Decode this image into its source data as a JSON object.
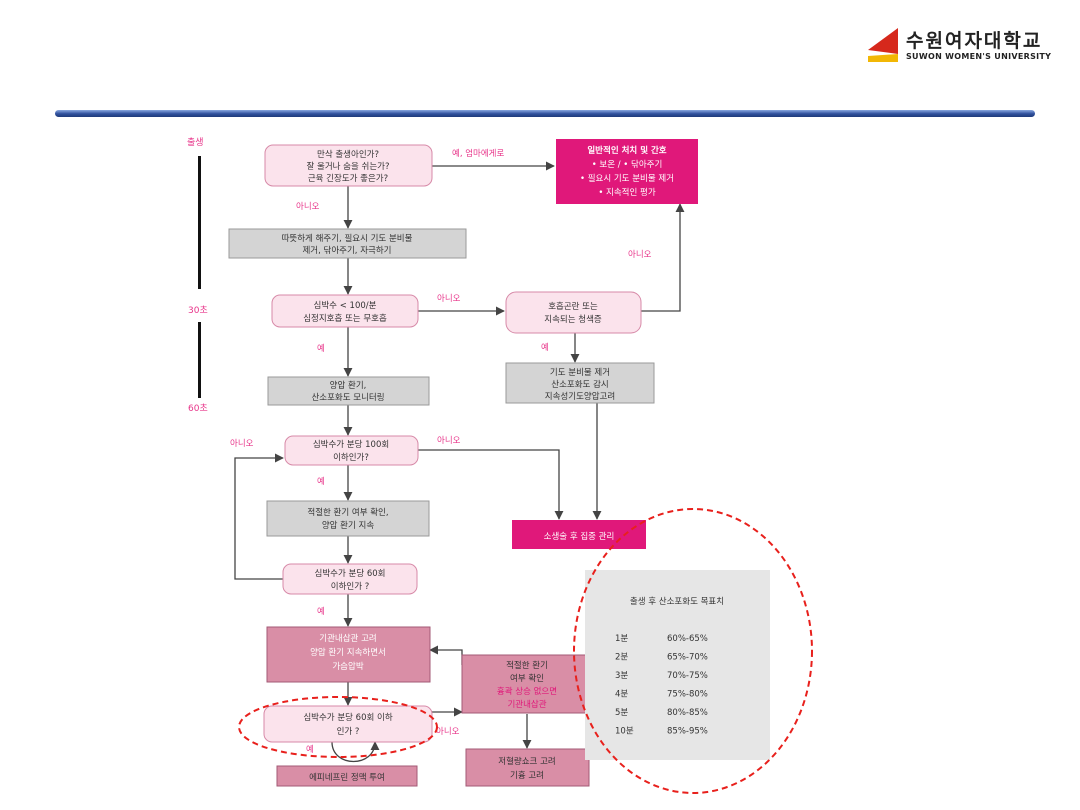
{
  "brand": {
    "name_ko": "수원여자대학교",
    "name_en": "SUWON WOMEN'S UNIVERSITY",
    "colors": {
      "red": "#d6281c",
      "yellow": "#f2b705",
      "navy": "#1f3a7a"
    }
  },
  "colors": {
    "magenta": "#e0187a",
    "pink_fill": "#fbe3ec",
    "pink_stroke": "#d78aa8",
    "gray_fill": "#d4d4d4",
    "rose_fill": "#d98ea6",
    "label_pink": "#e8358a",
    "callout_red": "#e8201c"
  },
  "timeline": {
    "birth": "출생",
    "sec30": "30초",
    "sec60": "60초"
  },
  "nodes": {
    "q_birth": [
      "만삭 출생아인가?",
      "잘 울거나 숨을 쉬는가?",
      "근육 긴장도가 좋은가?"
    ],
    "routine": [
      "일반적인 처치 및 간호",
      "• 보온 / • 닦아주기",
      "• 필요시 기도 분비물 제거",
      "• 지속적인 평가"
    ],
    "warm": [
      "따뜻하게 해주기, 필요시 기도 분비물",
      "제거, 닦아주기, 자극하기"
    ],
    "q_hr100": [
      "심박수 < 100/분",
      "심정지호흡 또는 무호흡"
    ],
    "resp_distress": [
      "호흡곤란 또는",
      "지속되는 청색증"
    ],
    "airway": [
      "기도 분비물 제거",
      "산소포화도 감시",
      "지속성기도양압고려"
    ],
    "ppv": [
      "양압 환기,",
      "산소포화도 모니터링"
    ],
    "q_hr100b": [
      "심박수가 분당 100회",
      "이하인가?"
    ],
    "check_vent": [
      "적절한 환기 여부 확인,",
      "양압 환기 지속"
    ],
    "post_care": [
      "소생술 후 집중 관리"
    ],
    "q_hr60": [
      "심박수가 분당 60회",
      "이하인가 ?"
    ],
    "intubate": [
      "기관내삽관 고려",
      "양압 환기 지속하면서",
      "가슴압박"
    ],
    "vent_check2": [
      "적절한 환기",
      "여부 확인",
      "흉곽 상승 없으면",
      "기관내삽관"
    ],
    "q_hr60b": [
      "심박수가 분당 60회 이하",
      "인가 ?"
    ],
    "epi": [
      "에피네프린 정맥 투여"
    ],
    "hypovol": [
      "저혈량쇼크 고려",
      "기흉 고려"
    ]
  },
  "labels": {
    "yes_mom": "예, 엄마에게로",
    "no1": "아니오",
    "no_routine": "아니오",
    "no_hr": "아니오",
    "yes_resp": "예",
    "yes_ppv": "예",
    "no_loop": "아니오",
    "no_post": "아니오",
    "yes_check": "예",
    "yes_intubate": "예",
    "no_final": "아니오",
    "yes_epi": "예"
  },
  "spo2_table": {
    "title": "출생 후 산소포화도 목표치",
    "rows": [
      {
        "time": "1분",
        "range": "60%-65%"
      },
      {
        "time": "2분",
        "range": "65%-70%"
      },
      {
        "time": "3분",
        "range": "70%-75%"
      },
      {
        "time": "4분",
        "range": "75%-80%"
      },
      {
        "time": "5분",
        "range": "80%-85%"
      },
      {
        "time": "10분",
        "range": "85%-95%"
      }
    ]
  }
}
